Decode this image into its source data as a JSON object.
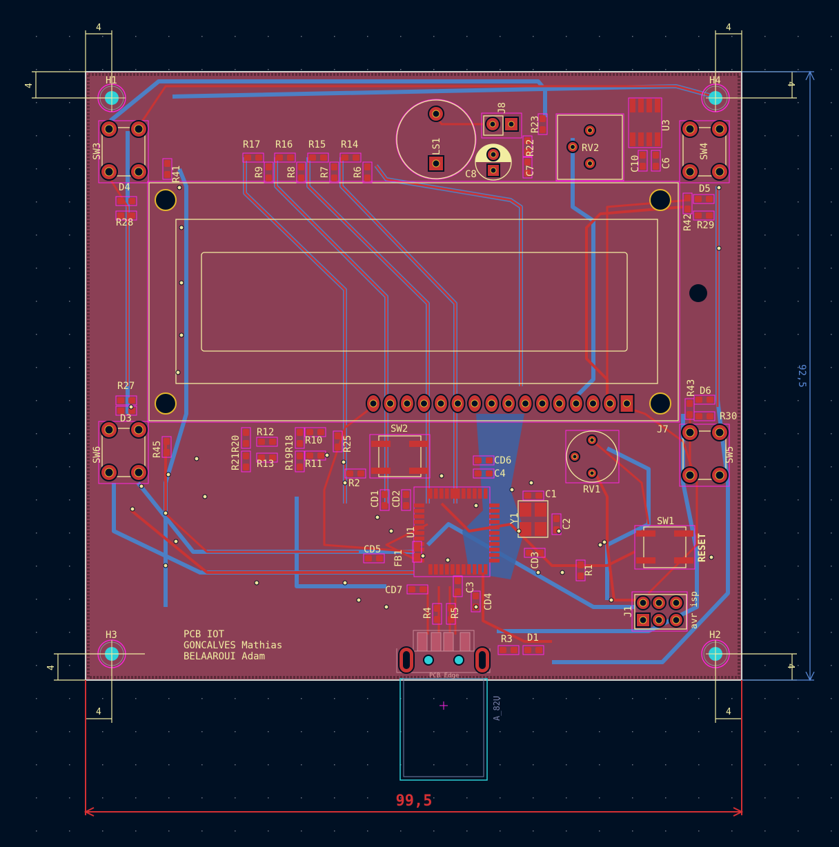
{
  "app": {
    "name": "KiCad PCB Editor",
    "view": "PCB layout"
  },
  "colors": {
    "background": "#001023",
    "board_fill": "#8b3f55",
    "front_copper": "#c83434",
    "back_copper": "#4d7fc4",
    "silkscreen": "#f2eda1",
    "courtyard": "#ff26e2",
    "board_edge": "#d0d2cd",
    "via_hole": "#e3b72e",
    "mounting_hole": "#2ed0d8",
    "width_dim": "#d63034",
    "height_dim": "#5a8ad8"
  },
  "dimensions": {
    "board_width": "99,5",
    "board_height": "92,5",
    "hole_offsets": [
      "4",
      "4",
      "4",
      "4",
      "4",
      "4",
      "4",
      "4"
    ]
  },
  "board_text": {
    "line1": "PCB IOT",
    "line2": "GONCALVES Mathias",
    "line3": "BELAAROUI Adam",
    "pcb_edge": "PCB Edge",
    "usb_ref": "A_82U",
    "reset": "RESET",
    "avr_isp": "avr isp"
  },
  "mounting_holes": [
    {
      "ref": "H1"
    },
    {
      "ref": "H2"
    },
    {
      "ref": "H3"
    },
    {
      "ref": "H4"
    }
  ],
  "components": {
    "switches": [
      "SW1",
      "SW2",
      "SW3",
      "SW4",
      "SW5",
      "SW6"
    ],
    "resistors": [
      "R1",
      "R2",
      "R3",
      "R4",
      "R5",
      "R6",
      "R7",
      "R8",
      "R9",
      "R10",
      "R11",
      "R12",
      "R13",
      "R14",
      "R15",
      "R16",
      "R17",
      "R18",
      "R19",
      "R20",
      "R21",
      "R22",
      "R23",
      "R25",
      "R27",
      "R28",
      "R29",
      "R30",
      "R41",
      "R42",
      "R43",
      "R45"
    ],
    "capacitors": [
      "C1",
      "C2",
      "C3",
      "C4",
      "C6",
      "C7",
      "C8",
      "C10",
      "CD1",
      "CD2",
      "CD3",
      "CD4",
      "CD5",
      "CD6",
      "CD7"
    ],
    "diodes": [
      "D1",
      "D3",
      "D4",
      "D5",
      "D6"
    ],
    "other": [
      "U1",
      "U3",
      "Y1",
      "FB1",
      "J1",
      "J7",
      "J8",
      "LS1",
      "RV1",
      "RV2"
    ]
  }
}
